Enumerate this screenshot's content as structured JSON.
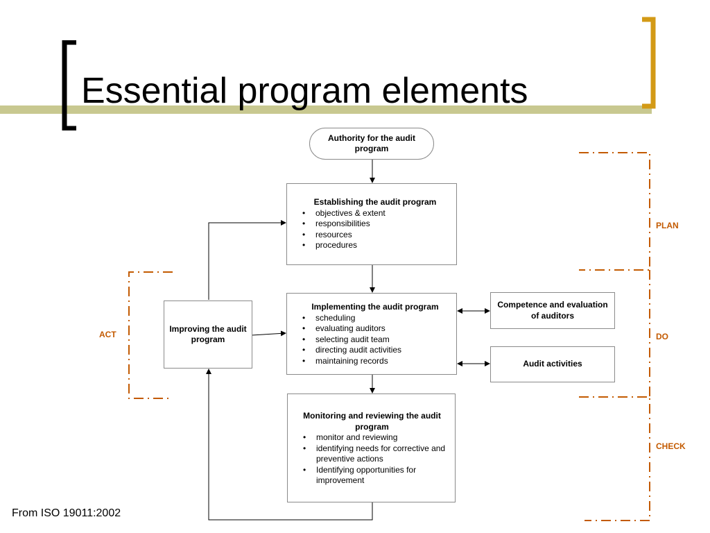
{
  "slide": {
    "title": "Essential program elements",
    "source": "From ISO 19011:2002"
  },
  "colors": {
    "accent_gold": "#d39a16",
    "band": "#c8c890",
    "phase_orange": "#c35a00",
    "box_border": "#8a8a8a"
  },
  "diagram": {
    "authority": {
      "label": "Authority for the audit program"
    },
    "establishing": {
      "title": "Establishing the audit program",
      "items": [
        "objectives & extent",
        "responsibilities",
        "resources",
        "procedures"
      ]
    },
    "implementing": {
      "title": "Implementing the audit program",
      "items": [
        "scheduling",
        "evaluating auditors",
        "selecting audit team",
        "directing audit activities",
        "maintaining records"
      ]
    },
    "monitoring": {
      "title": "Monitoring and reviewing the audit program",
      "items": [
        "monitor and reviewing",
        "identifying needs for corrective and preventive actions",
        "Identifying opportunities for improvement"
      ]
    },
    "improving": {
      "label": "Improving the audit program"
    },
    "competence": {
      "label": "Competence and evaluation of auditors"
    },
    "audit_activities": {
      "label": "Audit activities"
    },
    "phases": {
      "plan": "PLAN",
      "do": "DO",
      "check": "CHECK",
      "act": "ACT"
    }
  }
}
